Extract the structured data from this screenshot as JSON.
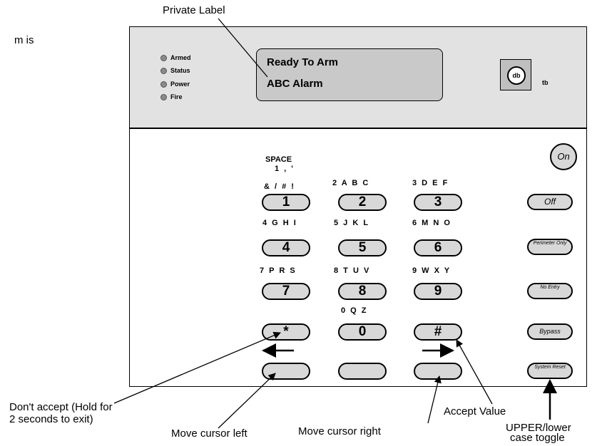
{
  "callouts": {
    "private_label": "Private Label",
    "fragment": "m is",
    "dont_accept_line1": "Don't accept (Hold for",
    "dont_accept_line2": "2 seconds to exit)",
    "move_left": "Move cursor left",
    "move_right": "Move cursor right",
    "accept_value": "Accept Value",
    "upper_lower_line1": "UPPER/lower",
    "upper_lower_line2": "case toggle"
  },
  "status_leds": [
    "Armed",
    "Status",
    "Power",
    "Fire"
  ],
  "display": {
    "line1": "Ready To Arm",
    "line2": "ABC Alarm"
  },
  "tb_label": "tb",
  "icon_glyph": "db",
  "space_caption": "SPACE",
  "key_letters": {
    "k1_top": "1 , '",
    "k1_bottom": "& / # !",
    "k2": "2 A B C",
    "k3": "3 D E F",
    "k4": "4 G H I",
    "k5": "5 J K L",
    "k6": "6 M N O",
    "k7": "7 P R S",
    "k8": "8 T U V",
    "k9": "9 W X Y",
    "k0": "0 Q Z"
  },
  "keys": {
    "k1": "1",
    "k2": "2",
    "k3": "3",
    "k4": "4",
    "k5": "5",
    "k6": "6",
    "k7": "7",
    "k8": "8",
    "k9": "9",
    "star": "*",
    "k0": "0",
    "hash": "#"
  },
  "function_keys": {
    "on": "On",
    "off": "Off",
    "perimeter_only": "Perimeter Only",
    "no_entry": "No Entry",
    "bypass": "Bypass",
    "system_reset": "System Reset"
  }
}
